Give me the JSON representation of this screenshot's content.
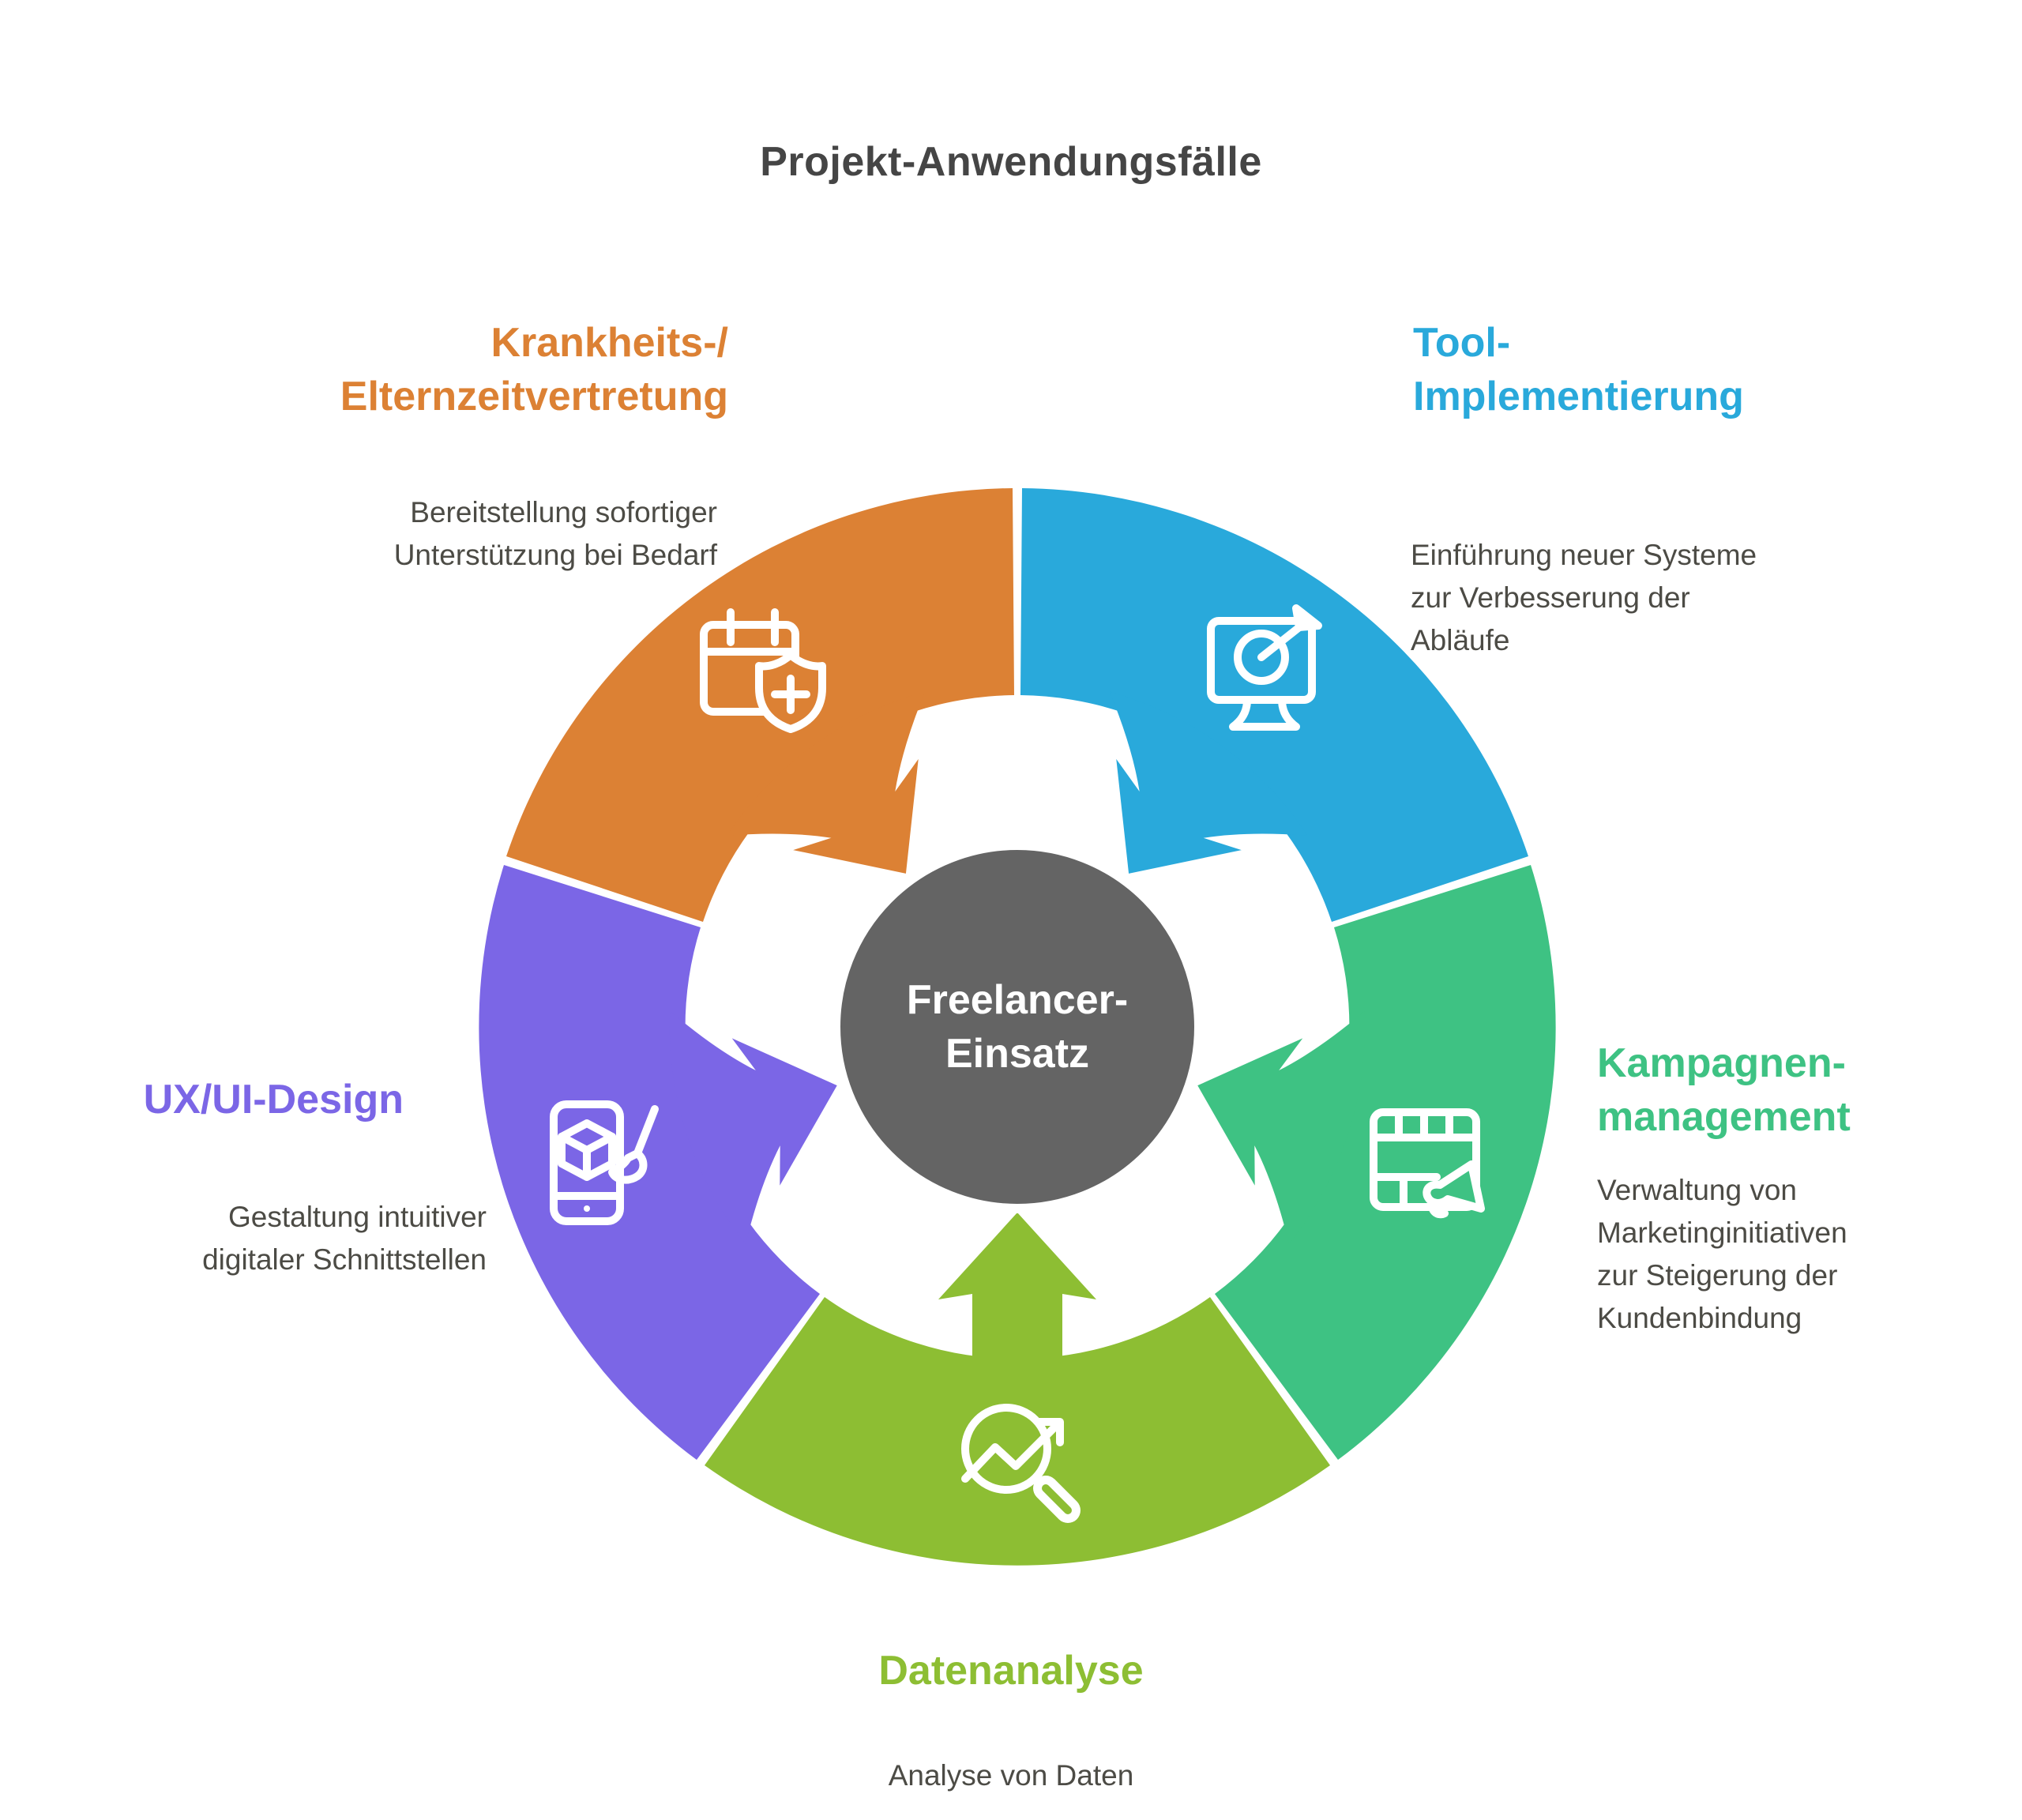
{
  "title": "Projekt-Anwendungsfälle",
  "center": {
    "label": "Freelancer-\nEinsatz",
    "color": "#646464",
    "text_color": "#ffffff"
  },
  "segments": [
    {
      "name": "krankheits-elternzeitvertretung",
      "heading": "Krankheits-/\nElternzeitvertretung",
      "description": "Bereitstellung sofortiger\nUnterstützung bei Bedarf",
      "color": "#DC8134",
      "icon": "calendar-shield-plus-icon"
    },
    {
      "name": "tool-implementierung",
      "heading": "Tool-\nImplementierung",
      "description": "Einführung neuer Systeme\nzur Verbesserung der\nAbläufe",
      "color": "#29A9DB",
      "icon": "monitor-target-icon"
    },
    {
      "name": "kampagnenmanagement",
      "heading": "Kampagnen-\nmanagement",
      "description": "Verwaltung von\nMarketinginitiativen\nzur Steigerung der\nKundenbindung",
      "color": "#3EC283",
      "icon": "board-megaphone-icon"
    },
    {
      "name": "datenanalyse",
      "heading": "Datenanalyse",
      "description": "Analyse von Daten",
      "color": "#8DBE33",
      "icon": "magnifier-trend-icon"
    },
    {
      "name": "ux-ui-design",
      "heading": "UX/UI-Design",
      "description": "Gestaltung intuitiver\ndigitaler Schnittstellen",
      "color": "#7B66E6",
      "icon": "smartphone-cube-brush-icon"
    }
  ],
  "text_colors": {
    "title": "#454545",
    "description": "#4C4B45"
  }
}
